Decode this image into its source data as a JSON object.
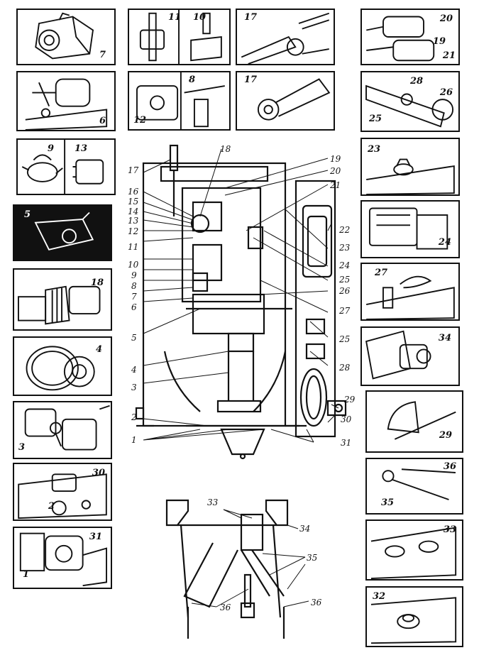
{
  "left_panels": [
    {
      "labels": [
        "7"
      ]
    },
    {
      "labels": [
        "6"
      ]
    },
    {
      "labels": [
        "9",
        "13"
      ]
    },
    {
      "labels": [
        "5"
      ]
    },
    {
      "labels": [
        "18"
      ]
    },
    {
      "labels": [
        "4"
      ]
    },
    {
      "labels": [
        "3"
      ]
    },
    {
      "labels": [
        "30",
        "2"
      ]
    },
    {
      "labels": [
        "31",
        "1"
      ]
    }
  ],
  "top_panels": [
    {
      "labels": [
        "11",
        "10"
      ]
    },
    {
      "labels": [
        "17"
      ]
    },
    {
      "labels": [
        "8",
        "12"
      ]
    },
    {
      "labels": [
        "17"
      ]
    }
  ],
  "right_panels": [
    {
      "labels": [
        "20",
        "19",
        "21"
      ]
    },
    {
      "labels": [
        "28",
        "26",
        "25"
      ]
    },
    {
      "labels": [
        "23"
      ]
    },
    {
      "labels": [
        "24"
      ]
    },
    {
      "labels": [
        "27"
      ]
    },
    {
      "labels": [
        "34"
      ]
    },
    {
      "labels": [
        "29"
      ]
    },
    {
      "labels": [
        "36",
        "35"
      ]
    },
    {
      "labels": [
        "33"
      ]
    },
    {
      "labels": [
        "32"
      ]
    }
  ],
  "main_callouts": {
    "left": [
      "17",
      "16",
      "15",
      "14",
      "13",
      "12",
      "11",
      "10",
      "9",
      "8",
      "7",
      "6",
      "5",
      "4",
      "3",
      "2",
      "1"
    ],
    "top": [
      "18",
      "19",
      "20",
      "21"
    ],
    "right": [
      "22",
      "23",
      "24",
      "25",
      "26",
      "27",
      "25",
      "28",
      "29",
      "30",
      "31"
    ]
  },
  "bottom_callouts": [
    "33",
    "34",
    "35",
    "36",
    "36"
  ]
}
